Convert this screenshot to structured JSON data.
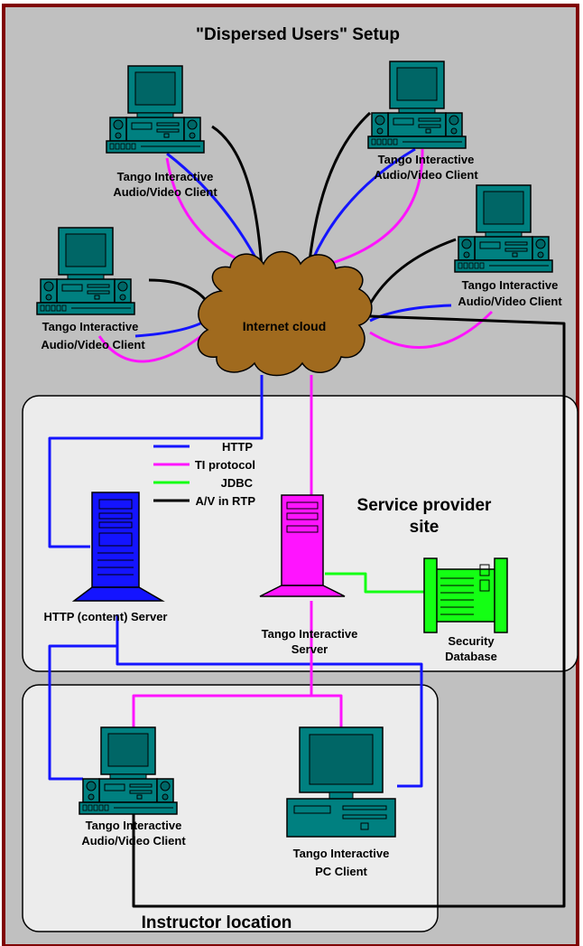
{
  "title": "\"Dispersed Users\"  Setup",
  "cloud": {
    "label": "Internet cloud"
  },
  "clients": {
    "top_left": {
      "line1": "Tango Interactive",
      "line2": "Audio/Video Client"
    },
    "top_right": {
      "line1": "Tango Interactive",
      "line2": "Audio/Video Client"
    },
    "mid_left": {
      "line1": "Tango Interactive",
      "line2": "Audio/Video Client"
    },
    "mid_right": {
      "line1": "Tango Interactive",
      "line2": "Audio/Video Client"
    }
  },
  "service_site": {
    "label_line1": "Service provider",
    "label_line2": "site",
    "http_server": {
      "label": "HTTP (content) Server"
    },
    "tango_server": {
      "line1": "Tango Interactive",
      "line2": "Server"
    },
    "security_db": {
      "line1": "Security",
      "line2": "Database"
    }
  },
  "legend": [
    {
      "label": "HTTP",
      "color": "#1414ff"
    },
    {
      "label": "TI protocol",
      "color": "#ff14ff"
    },
    {
      "label": "JDBC",
      "color": "#14ff14"
    },
    {
      "label": "A/V in RTP",
      "color": "#000000"
    }
  ],
  "instructor": {
    "label": "Instructor location",
    "av_client": {
      "line1": "Tango Interactive",
      "line2": "Audio/Video Client"
    },
    "pc_client": {
      "line1": "Tango Interactive",
      "line2": "PC Client"
    }
  },
  "colors": {
    "background": "#c0c0c0",
    "frame": "#800000",
    "panel": "#ececec",
    "computer": "#008080",
    "computer_screen": "#006666",
    "cloud": "#a06a1e",
    "cloud_text": "#000000",
    "server_http": "#1414ff",
    "server_tango": "#ff14ff",
    "database": "#14ff14",
    "http": "#1414ff",
    "ti": "#ff14ff",
    "jdbc": "#14ff14",
    "av": "#000000"
  }
}
